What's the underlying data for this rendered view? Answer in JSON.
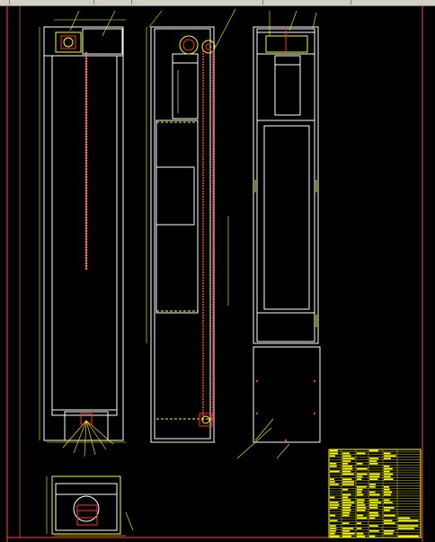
{
  "app": {
    "toolbar_buttons": [
      "toolbar-button",
      "toolbar-button",
      "toolbar-button",
      "toolbar-button",
      "toolbar-button"
    ]
  },
  "colors": {
    "background": "#000000",
    "frame_line": "#ffffff",
    "annotation": "#ffff00",
    "accent": "#ff3030",
    "sheet_border": "#ff4040",
    "title_block_text": "#ffff00",
    "toolbar": "#d4d0c8"
  },
  "drawing": {
    "views": [
      "front-view",
      "side-view",
      "right-view",
      "detail-view",
      "base-plan-view"
    ],
    "title_block": {
      "rows": 34,
      "columns": 6
    }
  }
}
